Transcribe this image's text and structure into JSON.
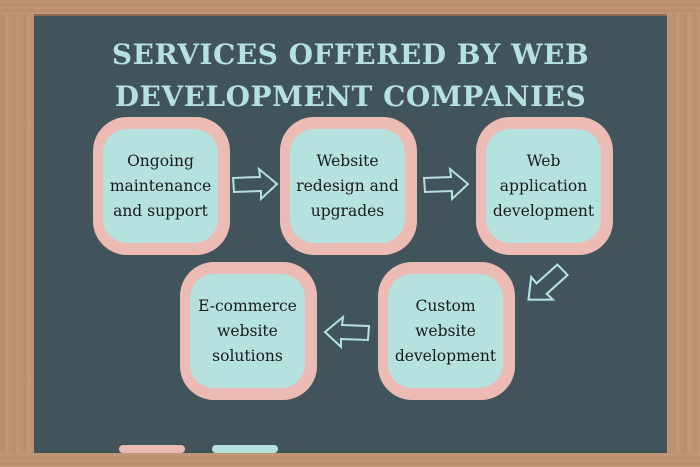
{
  "title": "SERVICES OFFERED BY WEB DEVELOPMENT COMPANIES",
  "steps": [
    {
      "label": "Ongoing maintenance and support"
    },
    {
      "label": "Website redesign and upgrades"
    },
    {
      "label": "Web application development"
    },
    {
      "label": "Custom website development"
    },
    {
      "label": "E-commerce website solutions"
    }
  ],
  "colors": {
    "board": "#41535b",
    "pink": "#ecbbb3",
    "teal": "#b5e1de",
    "wood": "#c09474"
  }
}
